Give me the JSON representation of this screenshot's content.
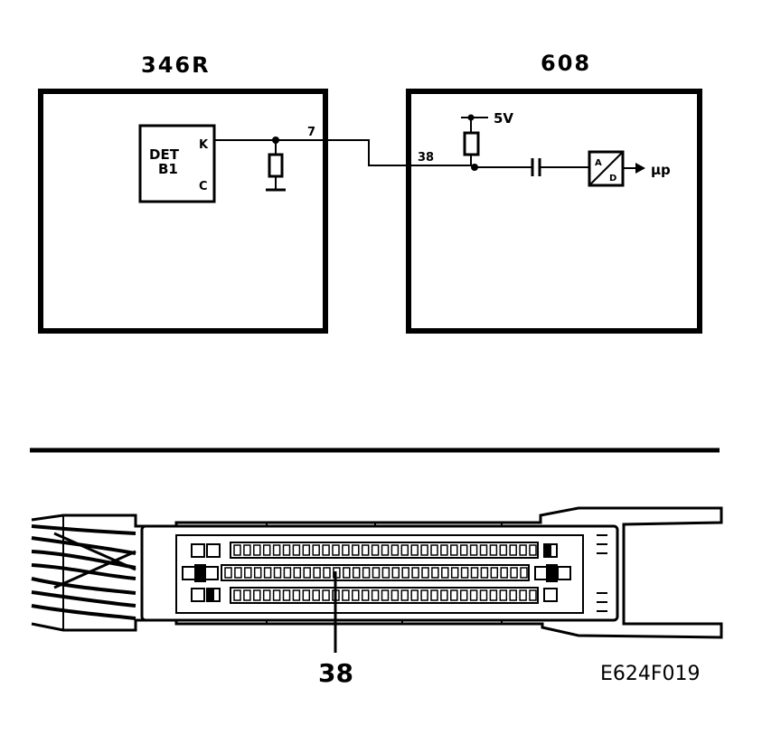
{
  "diagram": {
    "left_box_title": "346R",
    "right_box_title": "608",
    "detector_line1": "DET",
    "detector_line2": "B1",
    "detector_pin_k": "K",
    "detector_pin_c": "C",
    "wire_pin_left": "7",
    "wire_pin_right": "38",
    "supply_label": "5V",
    "adc_top": "A",
    "adc_bottom": "D",
    "output_label": "µp",
    "connector_callout": "38",
    "reference_code": "E624F019"
  },
  "colors": {
    "ink": "#000000",
    "paper": "#ffffff"
  },
  "connector": {
    "row1_pins": 31,
    "row2_pins": 31,
    "row3_pins": 31
  }
}
